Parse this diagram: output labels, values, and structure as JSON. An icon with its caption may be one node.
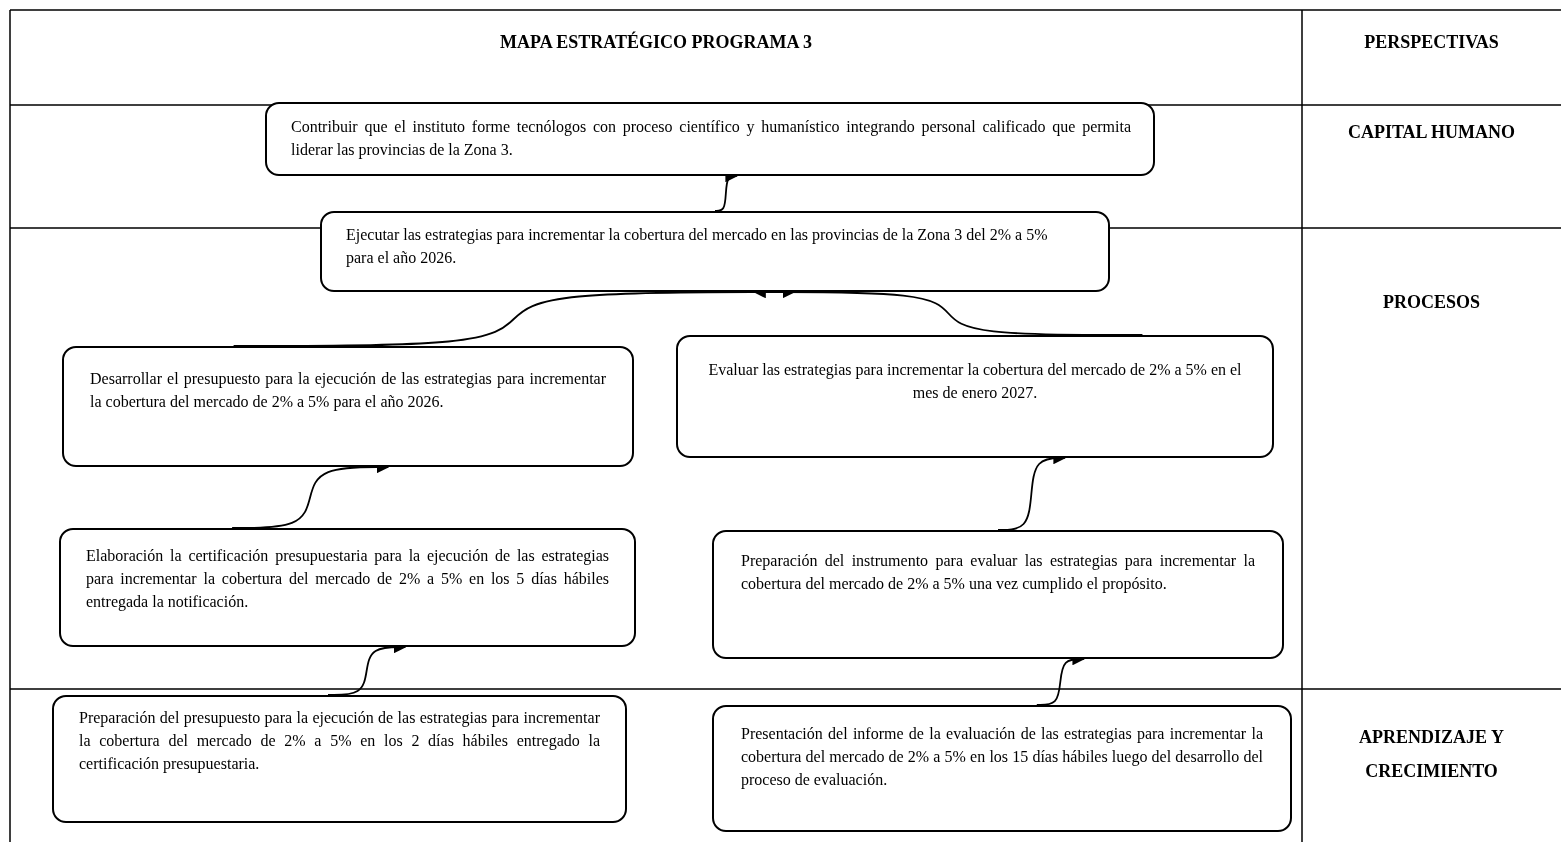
{
  "diagram": {
    "nodes": [
      {
        "text": [
          "Contribuir que el instituto forme tecnólogos con proceso científico y humanístico integrando personal calificado que permita liderar las provincias de la Zona 3."
        ]
      },
      {
        "text": [
          "Ejecutar las estrategias para incrementar la cobertura del mercado en las provincias de la Zona 3 del 2% a 5% para el año 2026."
        ]
      },
      {
        "text": [
          "Desarrollar el presupuesto para la ejecución de las estrategias para incrementar la cobertura del mercado de 2% a 5% para el año 2026."
        ]
      },
      {
        "text": [
          "Evaluar las estrategias para incrementar la cobertura del mercado de 2% a 5% en el mes de enero 2027."
        ]
      },
      {
        "text": [
          "Elaboración la certificación presupuestaria para la ejecución de las estrategias para incrementar la cobertura del mercado de 2% a 5% en los 5 días hábiles entregada la notificación."
        ]
      },
      {
        "text": [
          "Preparación del instrumento para evaluar las estrategias para incrementar la cobertura del mercado de 2% a 5% una vez cumplido el propósito."
        ]
      },
      {
        "text": [
          "Preparación del presupuesto para la ejecución de las estrategias para incrementar la cobertura del mercado de 2% a 5% en los 2 días hábiles entregado la certificación presupuestaria."
        ]
      },
      {
        "text": [
          "Presentación del informe de la evaluación de las estrategias para incrementar la cobertura del mercado de 2% a 5% en los 15 días hábiles luego del desarrollo del proceso de evaluación."
        ]
      }
    ],
    "edges": [
      {
        "from": 1,
        "to": 0,
        "arrow": "to"
      },
      {
        "from": 2,
        "to": 1,
        "arrow": "to"
      },
      {
        "from": 3,
        "to": 1,
        "arrow": "to"
      },
      {
        "from": 4,
        "to": 2,
        "arrow": "to"
      },
      {
        "from": 5,
        "to": 3,
        "arrow": "to"
      },
      {
        "from": 6,
        "to": 4,
        "arrow": "to"
      },
      {
        "from": 7,
        "to": 5,
        "arrow": "to"
      }
    ],
    "labels": [
      "MAPA ESTRATÉGICO PROGRAMA 3",
      "PERSPECTIVAS",
      "CAPITAL HUMANO",
      "PROCESOS",
      "APRENDIZAJE Y CRECIMIENTO"
    ]
  }
}
